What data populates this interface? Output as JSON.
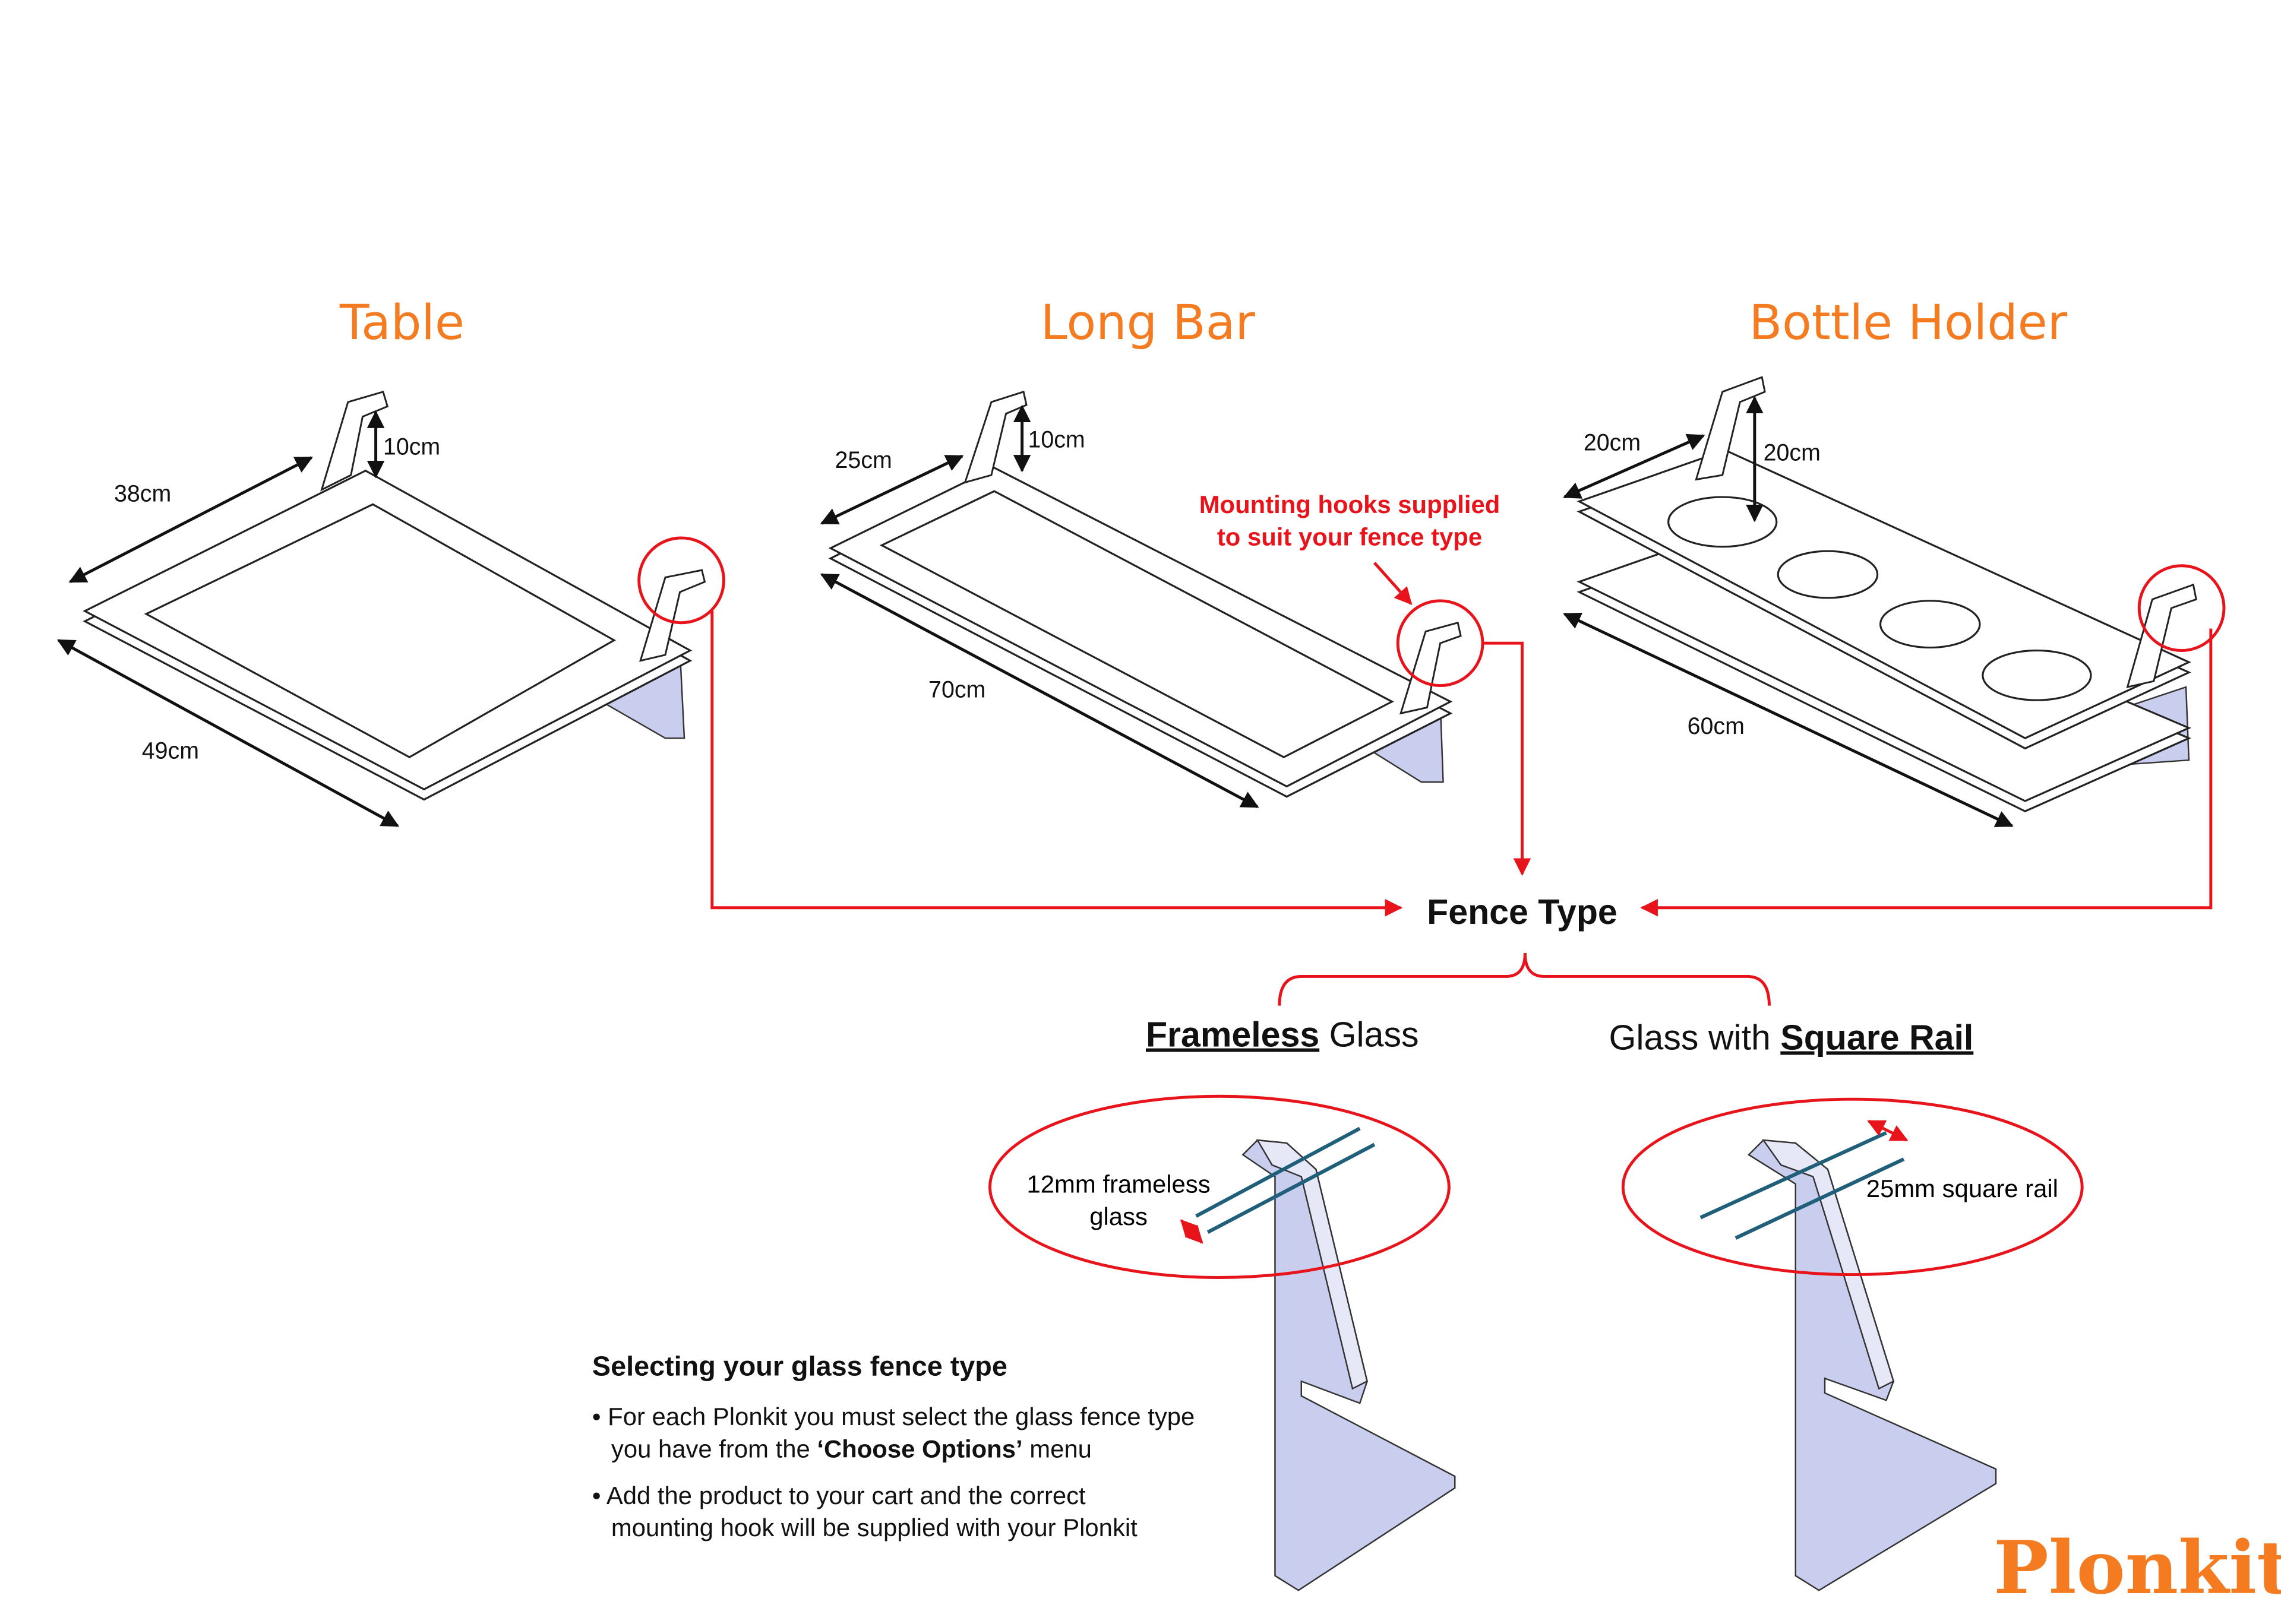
{
  "products": [
    {
      "title": "Table",
      "dims": [
        "38cm",
        "49cm",
        "10cm"
      ]
    },
    {
      "title": "Long Bar",
      "dims": [
        "25cm",
        "70cm",
        "10cm"
      ]
    },
    {
      "title": "Bottle Holder",
      "dims": [
        "20cm",
        "60cm",
        "20cm"
      ]
    }
  ],
  "note": [
    "Mounting hooks supplied",
    "to suit your fence type"
  ],
  "fence_type": "Fence Type",
  "options": {
    "frameless": {
      "bold": "Frameless",
      "rest": " Glass",
      "callout": [
        "12mm frameless",
        "glass"
      ]
    },
    "square_rail": {
      "pre": "Glass with ",
      "bold": "Square Rail",
      "callout": "25mm square rail"
    }
  },
  "instructions": {
    "heading": "Selecting your glass fence type",
    "bullet1": [
      "• For each Plonkit you must select the glass fence type",
      "you have from the ",
      "‘Choose Options’",
      " menu"
    ],
    "bullet2": [
      "• Add the product to your cart and the correct",
      "mounting hook will be supplied with your Plonkit"
    ]
  },
  "logo": "Plonkit",
  "colors": {
    "orange": "#F47B20",
    "red": "#E8141B",
    "rail": "#1f5f7a",
    "bracket": "#c9cdee"
  }
}
